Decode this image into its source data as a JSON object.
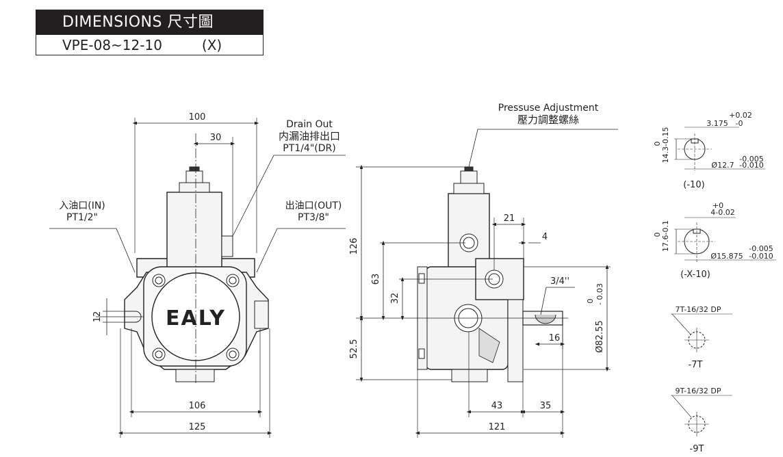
{
  "header": {
    "title": "DIMENSIONS 尺寸圖",
    "model": "VPE-08~12-10",
    "variant": "(X)"
  },
  "brand": "EALY",
  "front_view": {
    "dims": {
      "d100": "100",
      "d30": "30",
      "d12": "12",
      "d106": "106",
      "d125": "125"
    },
    "callouts": {
      "drain_en": "Drain Out",
      "drain_zh": "内漏油排出口",
      "drain_port": "PT1/4\"(DR)",
      "inlet_zh": "入油口(IN)",
      "inlet_port": "PT1/2\"",
      "outlet_zh": "出油口(OUT)",
      "outlet_port": "PT3/8\""
    }
  },
  "side_view": {
    "dims": {
      "d126": "126",
      "d63": "63",
      "d32": "32",
      "d52_5": "52.5",
      "d21": "21",
      "d4": "4",
      "d3_4": "3/4''",
      "d16": "16",
      "d43": "43",
      "d35": "35",
      "d121": "121",
      "shaft_dia": "Ø82.55",
      "tol_top": "0",
      "tol_bot": "- 0.03"
    },
    "callouts": {
      "adj_en": "Pressuse Adjustment",
      "adj_zh": "壓力調整螺絲"
    }
  },
  "keys": {
    "k10": {
      "w": "3.175",
      "w_up": "+0.02",
      "w_lo": "-0",
      "h": "14.3-0.15",
      "h_up": "0",
      "d": "Ø12.7",
      "d_up": "-0.005",
      "d_lo": "-0.010",
      "label": "(-10)"
    },
    "kx10": {
      "w": "4-0.02",
      "w_up": "+0",
      "h": "17.6-0.1",
      "h_up": "0",
      "d": "Ø15.875",
      "d_up": "-0.005",
      "d_lo": "-0.010",
      "label": "(-X-10)"
    },
    "s7": {
      "spec": "7T-16/32  DP",
      "label": "-7T"
    },
    "s9": {
      "spec": "9T-16/32  DP",
      "label": "-9T"
    }
  }
}
